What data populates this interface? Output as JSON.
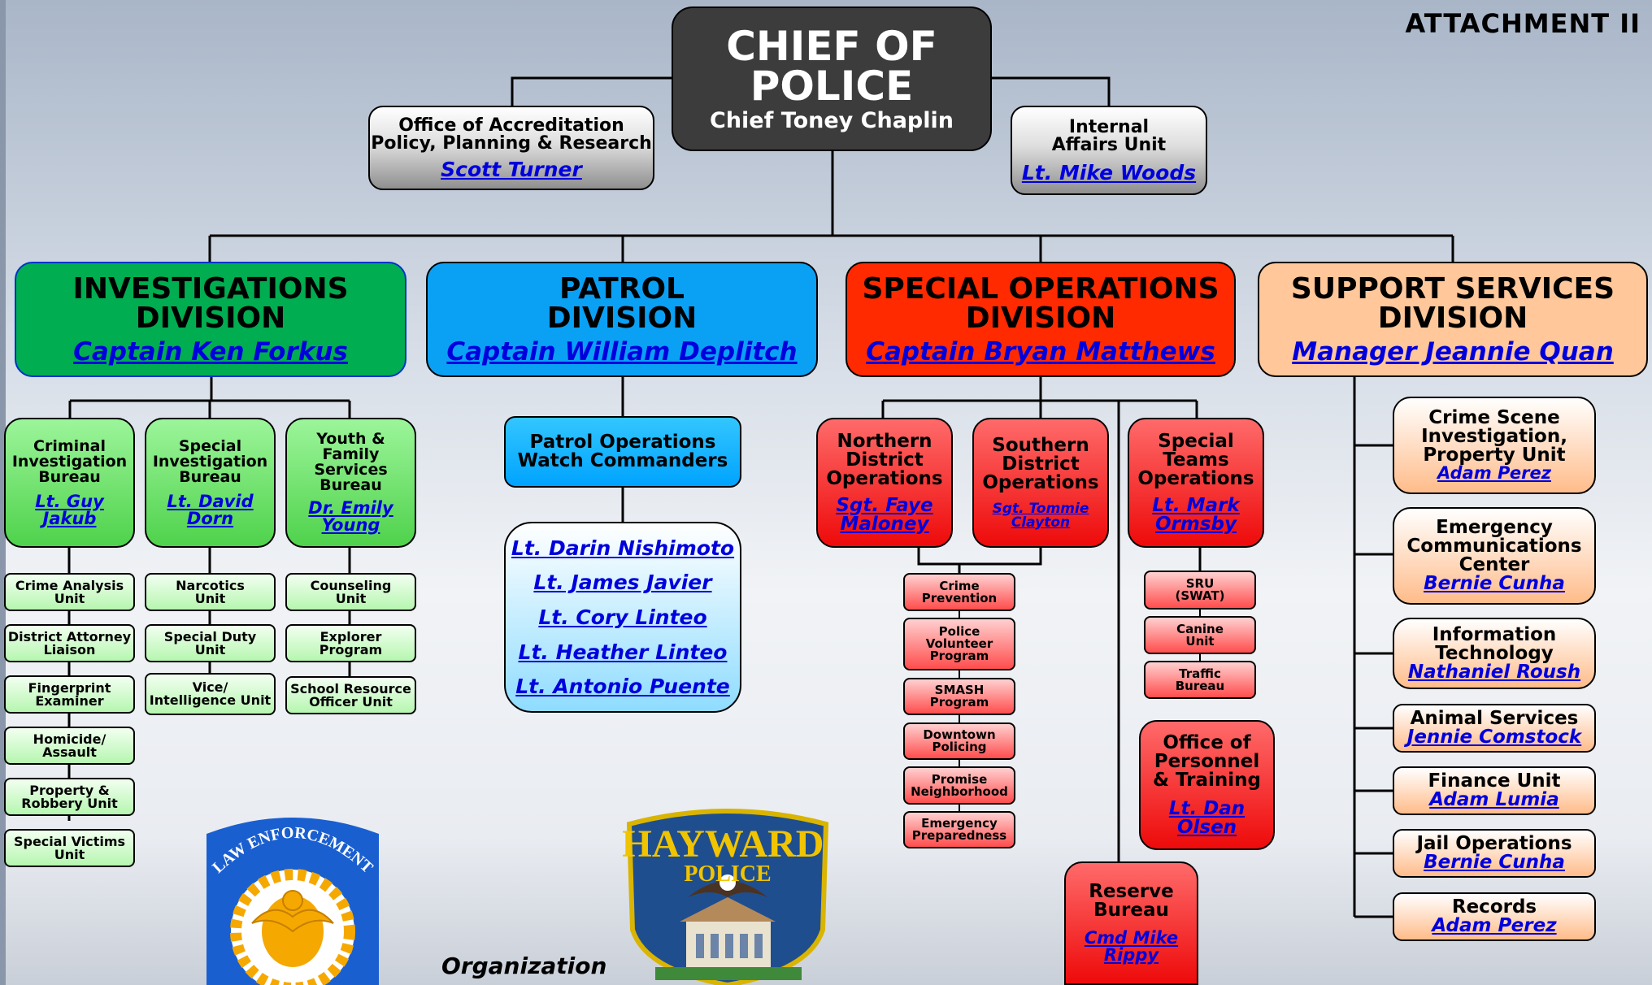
{
  "attachment": "ATTACHMENT  II",
  "chief": {
    "title": "CHIEF OF\nPOLICE",
    "name": "Chief Toney Chaplin"
  },
  "accreditation": {
    "title": "Office of Accreditation\nPolicy, Planning & Research",
    "name": "Scott Turner"
  },
  "internal_affairs": {
    "title": "Internal\nAffairs Unit",
    "name": "Lt. Mike Woods"
  },
  "investigations": {
    "title": "INVESTIGATIONS\nDIVISION",
    "name": "Captain Ken Forkus",
    "bureaus": [
      {
        "title": "Criminal\nInvestigation\nBureau",
        "name": "Lt. Guy\nJakub"
      },
      {
        "title": "Special\nInvestigation\nBureau",
        "name": "Lt. David\nDorn"
      },
      {
        "title": "Youth &\nFamily\nServices\nBureau",
        "name": "Dr. Emily\nYoung"
      }
    ],
    "units_col1": [
      "Crime Analysis\nUnit",
      "District Attorney\nLiaison",
      "Fingerprint\nExaminer",
      "Homicide/\nAssault",
      "Property &\nRobbery Unit",
      "Special Victims\nUnit"
    ],
    "units_col2": [
      "Narcotics\nUnit",
      "Special Duty\nUnit",
      "Vice/\nIntelligence Unit"
    ],
    "units_col3": [
      "Counseling\nUnit",
      "Explorer\nProgram",
      "School Resource\nOfficer Unit"
    ]
  },
  "patrol": {
    "title": "PATROL\nDIVISION",
    "name": "Captain William Deplitch",
    "watch": "Patrol Operations\nWatch Commanders",
    "commanders": [
      "Lt. Darin Nishimoto",
      "Lt. James Javier",
      "Lt. Cory Linteo",
      "Lt. Heather Linteo",
      "Lt. Antonio Puente"
    ]
  },
  "special_ops": {
    "title": "SPECIAL OPERATIONS\nDIVISION",
    "name": "Captain Bryan Matthews",
    "northern": {
      "title": "Northern\nDistrict\nOperations",
      "name": "Sgt. Faye\nMaloney"
    },
    "southern": {
      "title": "Southern\nDistrict\nOperations",
      "name": "Sgt. Tommie\nClayton"
    },
    "special_teams": {
      "title": "Special\nTeams\nOperations",
      "name": "Lt. Mark\nOrmsby"
    },
    "district_units": [
      "Crime\nPrevention",
      "Police\nVolunteer\nProgram",
      "SMASH\nProgram",
      "Downtown\nPolicing",
      "Promise\nNeighborhood",
      "Emergency\nPreparedness"
    ],
    "team_units": [
      "SRU\n(SWAT)",
      "Canine\nUnit",
      "Traffic\nBureau"
    ],
    "personnel": {
      "title": "Office of\nPersonnel\n& Training",
      "name": "Lt. Dan\nOlsen"
    },
    "reserve": {
      "title": "Reserve\nBureau",
      "name": "Cmd Mike\nRippy"
    }
  },
  "support": {
    "title": "SUPPORT SERVICES\nDIVISION",
    "name": "Manager Jeannie Quan",
    "units": [
      {
        "title": "Crime Scene\nInvestigation,\nProperty Unit",
        "name": "Adam Perez"
      },
      {
        "title": "Emergency\nCommunications\nCenter",
        "name": "Bernie Cunha"
      },
      {
        "title": "Information\nTechnology",
        "name": "Nathaniel Roush"
      },
      {
        "title": "Animal Services",
        "name": "Jennie Comstock"
      },
      {
        "title": "Finance Unit",
        "name": "Adam Lumia"
      },
      {
        "title": "Jail Operations",
        "name": "Bernie Cunha"
      },
      {
        "title": "Records",
        "name": "Adam Perez"
      }
    ]
  },
  "footer": {
    "label": "Organization"
  },
  "badges": {
    "law_enforcement": "LAW ENFORCEMENT",
    "hayward": "HAYWARD\nPOLICE"
  },
  "colors": {
    "investigations": "#00ad50",
    "patrol": "#0aa1f5",
    "special_ops": "#ff2a00",
    "support": "#ffc79a",
    "chief": "#3c3c3c",
    "name_link": "#0000dd"
  }
}
